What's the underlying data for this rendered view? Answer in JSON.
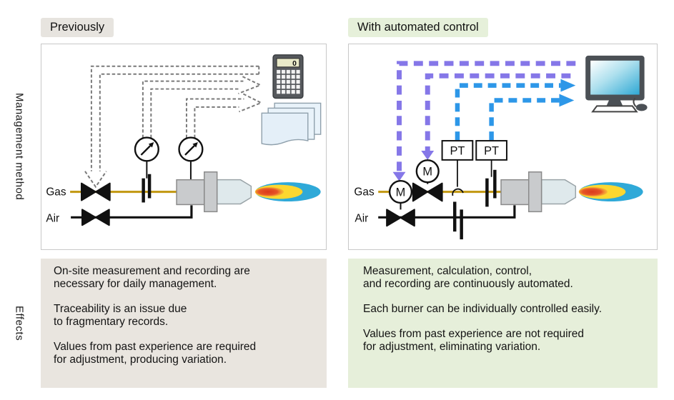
{
  "rows": {
    "management_method": "Management method",
    "effects": "Effects"
  },
  "previously": {
    "badge": "Previously",
    "labels": {
      "gas": "Gas",
      "air": "Air",
      "calculator_display": "0"
    },
    "effects": [
      "On-site measurement and recording are\nnecessary for daily management.",
      "Traceability is an issue due\nto fragmentary records.",
      "Values from past experience are required\nfor adjustment, producing variation."
    ]
  },
  "automated": {
    "badge": "With automated control",
    "labels": {
      "gas": "Gas",
      "air": "Air",
      "motor": "M",
      "pressure_transmitter": "PT"
    },
    "effects": [
      "Measurement, calculation, control,\nand recording are continuously automated.",
      "Each burner can be individually controlled easily.",
      "Values from past experience are not required\nfor adjustment, eliminating variation."
    ]
  },
  "colors": {
    "gas_line": "#c49b18",
    "air_line": "#111111",
    "manual_arrow": "#7a7a7a",
    "purple_signal": "#8577e8",
    "blue_signal": "#2d97e8",
    "flame_blue": "#2fa9d8",
    "flame_yellow": "#fdd730",
    "previously_bg": "#e9e5df",
    "automated_bg": "#e6efda"
  }
}
